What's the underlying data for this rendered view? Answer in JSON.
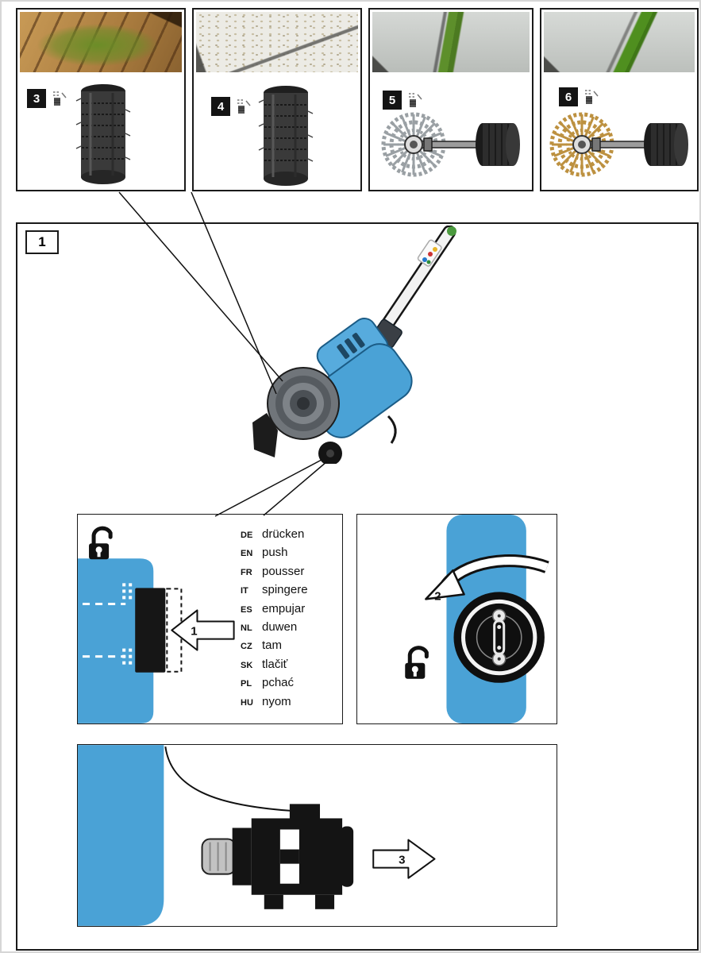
{
  "document": {
    "type": "tool instruction manual page",
    "main_step_number": "1"
  },
  "accessory_panels": [
    {
      "number": "3",
      "badge_icon": "brush-mount-icon",
      "surface": "mossy wood decking",
      "brush": "nylon cylinder brush"
    },
    {
      "number": "4",
      "badge_icon": "brush-mount-icon",
      "surface": "stone slab with grit",
      "brush": "nylon cylinder brush"
    },
    {
      "number": "5",
      "badge_icon": "brush-mount-icon",
      "surface": "paving joint with weed",
      "brush": "steel wire wheel brush"
    },
    {
      "number": "6",
      "badge_icon": "brush-mount-icon",
      "surface": "paving joint with weed",
      "brush": "brass wire wheel brush"
    }
  ],
  "main_panel": {
    "number": "1",
    "push_step": {
      "arrow_label": "1",
      "lock_icon": "open-padlock-icon",
      "translations": [
        {
          "lang": "DE",
          "word": "drücken"
        },
        {
          "lang": "EN",
          "word": "push"
        },
        {
          "lang": "FR",
          "word": "pousser"
        },
        {
          "lang": "IT",
          "word": "spingere"
        },
        {
          "lang": "ES",
          "word": "empujar"
        },
        {
          "lang": "NL",
          "word": "duwen"
        },
        {
          "lang": "CZ",
          "word": "tam"
        },
        {
          "lang": "SK",
          "word": "tlačiť"
        },
        {
          "lang": "PL",
          "word": "pchać"
        },
        {
          "lang": "HU",
          "word": "nyom"
        }
      ]
    },
    "rotate_step": {
      "arrow_label": "2",
      "lock_icon": "open-padlock-icon"
    },
    "remove_step": {
      "arrow_label": "3"
    }
  },
  "colors": {
    "tool_blue": "#4aa2d6",
    "outline": "#1a1a1a",
    "steel_brush": "#9aa0a4",
    "brass_brush": "#bd9140"
  }
}
